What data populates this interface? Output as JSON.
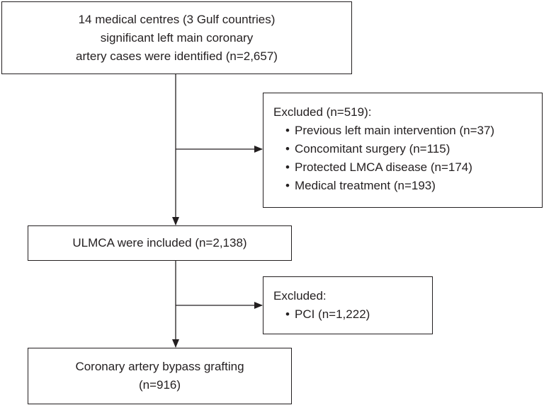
{
  "top_box": {
    "lines": [
      "14 medical centres (3 Gulf countries)",
      "significant left main coronary",
      "artery cases were identified (n=2,657)"
    ]
  },
  "exclusion_1": {
    "heading": "Excluded (n=519):",
    "items": [
      "Previous left main intervention (n=37)",
      "Concomitant surgery (n=115)",
      "Protected LMCA disease (n=174)",
      "Medical treatment (n=193)"
    ]
  },
  "middle_box": {
    "text": "ULMCA were included (n=2,138)"
  },
  "exclusion_2": {
    "heading": "Excluded:",
    "items": [
      "PCI (n=1,222)"
    ]
  },
  "bottom_box": {
    "lines": [
      "Coronary artery bypass grafting",
      "(n=916)"
    ]
  },
  "bullet_symbol": "•",
  "colors": {
    "stroke": "#231f20",
    "background": "#ffffff"
  }
}
